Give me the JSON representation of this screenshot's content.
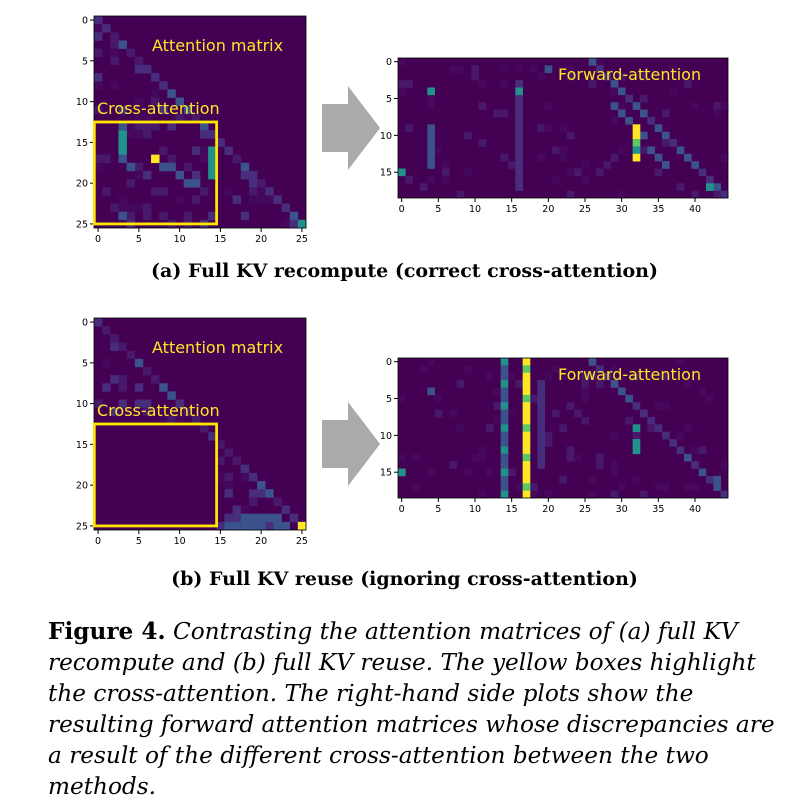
{
  "colors": {
    "background": "#440154",
    "yellow": "#fde725",
    "teal": "#21918c",
    "box": "#ffe600",
    "arrow": "#aaaaaa"
  },
  "panels": {
    "a": {
      "subcaption": "(a) Full KV recompute (correct cross-attention)",
      "left": {
        "title": "Attention matrix",
        "box_label": "Cross-attention",
        "x_ticks": [
          "0",
          "5",
          "10",
          "15",
          "20",
          "25"
        ],
        "y_ticks": [
          "0",
          "5",
          "10",
          "15",
          "20",
          "25"
        ]
      },
      "right": {
        "title": "Forward-attention",
        "x_ticks": [
          "0",
          "5",
          "10",
          "15",
          "20",
          "25",
          "30",
          "35",
          "40"
        ],
        "y_ticks": [
          "0",
          "5",
          "10",
          "15"
        ]
      }
    },
    "b": {
      "subcaption": "(b) Full KV reuse (ignoring cross-attention)",
      "left": {
        "title": "Attention matrix",
        "box_label": "Cross-attention",
        "x_ticks": [
          "0",
          "5",
          "10",
          "15",
          "20",
          "25"
        ],
        "y_ticks": [
          "0",
          "5",
          "10",
          "15",
          "20",
          "25"
        ]
      },
      "right": {
        "title": "Forward-attention",
        "x_ticks": [
          "0",
          "5",
          "10",
          "15",
          "20",
          "25",
          "30",
          "35",
          "40"
        ],
        "y_ticks": [
          "0",
          "5",
          "10",
          "15"
        ]
      }
    }
  },
  "caption": {
    "label": "Figure 4.",
    "text": "Contrasting the attention matrices of (a) full KV recompute and (b) full KV reuse. The yellow boxes highlight the cross-attention. The right-hand side plots show the resulting forward attention matrices whose discrepancies are a result of the different cross-attention between the two methods."
  }
}
